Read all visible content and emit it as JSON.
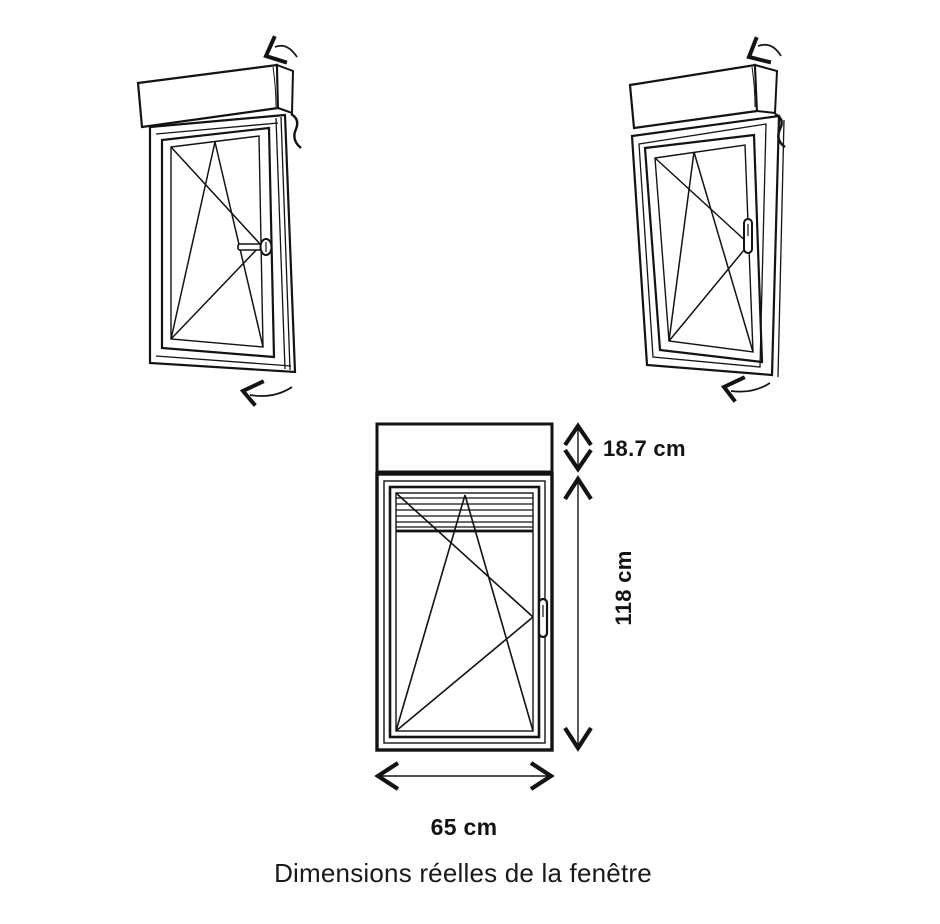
{
  "figure": {
    "caption": "Dimensions réelles de la fenêtre",
    "dimensions": {
      "box_height": "18.7 cm",
      "window_height": "118 cm",
      "window_width": "65 cm"
    },
    "colors": {
      "ink": "#131313",
      "background": "#ffffff"
    },
    "icons": {
      "rotation_arrow": "curved-arrow-icon",
      "shutter_cord": "squiggle-cord-icon",
      "window_handle": "window-handle-icon",
      "dimension_arrow": "double-chevron-arrow-icon"
    }
  }
}
